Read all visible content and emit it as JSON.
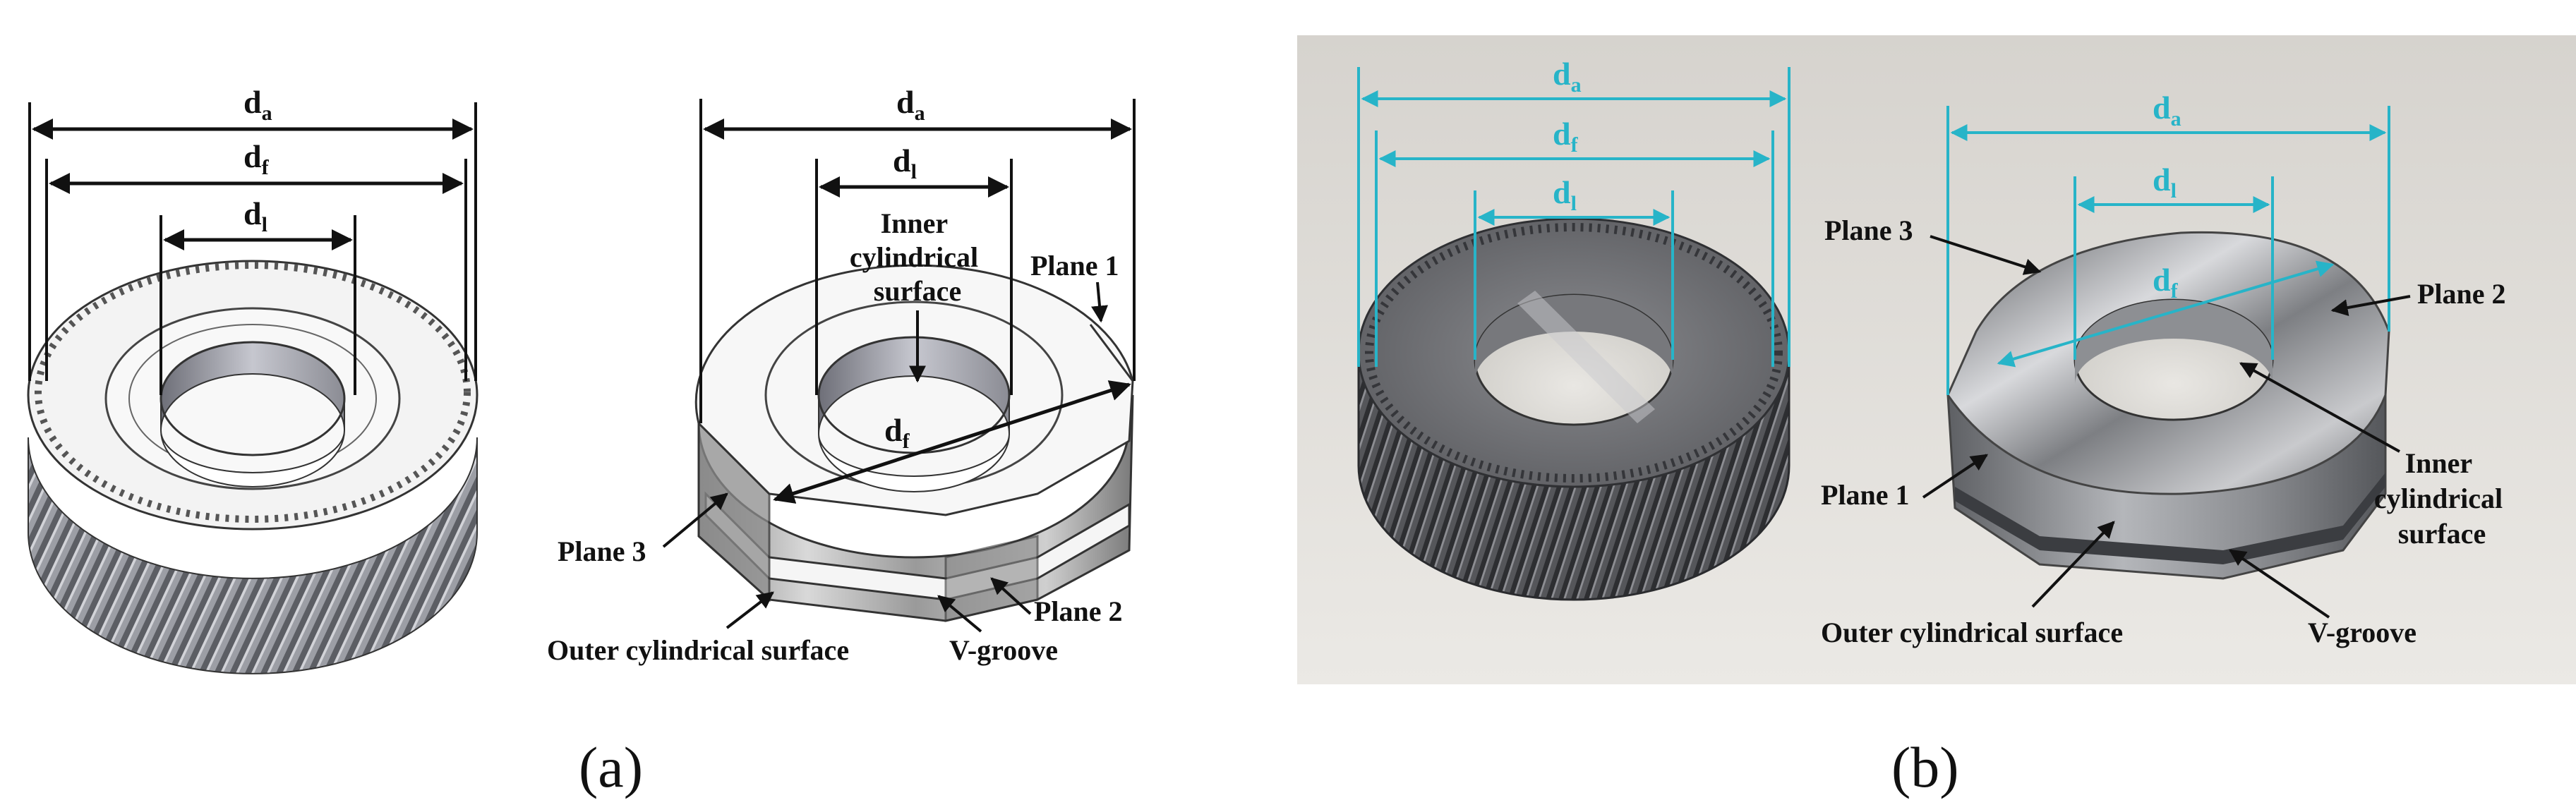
{
  "panel_a": {
    "gear": {
      "labels": {
        "da": "d",
        "da_sub": "a",
        "df": "d",
        "df_sub": "f",
        "dl": "d",
        "dl_sub": "l"
      }
    },
    "workpiece": {
      "labels": {
        "da": "d",
        "da_sub": "a",
        "dl": "d",
        "dl_sub": "l",
        "df": "d",
        "df_sub": "f",
        "inner_line1": "Inner",
        "inner_line2": "cylindrical",
        "inner_line3": "surface",
        "plane1": "Plane 1",
        "plane2": "Plane 2",
        "plane3": "Plane 3",
        "outer": "Outer cylindrical surface",
        "vgroove": "V-groove"
      }
    },
    "caption": "(a)"
  },
  "panel_b": {
    "labels": {
      "gear_da": "d",
      "gear_da_sub": "a",
      "gear_df": "d",
      "gear_df_sub": "f",
      "gear_dl": "d",
      "gear_dl_sub": "l",
      "wp_da": "d",
      "wp_da_sub": "a",
      "wp_dl": "d",
      "wp_dl_sub": "l",
      "wp_df": "d",
      "wp_df_sub": "f",
      "plane3": "Plane 3",
      "plane2": "Plane 2",
      "plane1": "Plane 1",
      "inner_line1": "Inner",
      "inner_line2": "cylindrical",
      "inner_line3": "surface",
      "outer": "Outer cylindrical surface",
      "vgroove": "V-groove"
    },
    "caption": "(b)"
  },
  "colors": {
    "dimension_cyan": "#27b4c8",
    "annotation_black": "#111111",
    "photo_background": "#e2e0dc"
  }
}
